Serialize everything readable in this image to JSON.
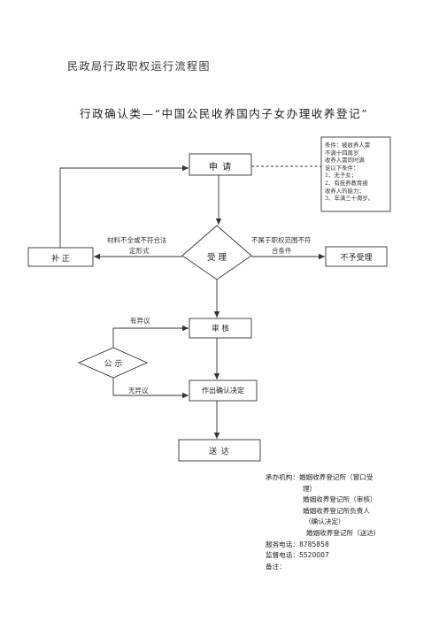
{
  "title": "民政局行政职权运行流程图",
  "subtitle": "行政确认类—“中国公民收养国内子女办理收养登记”",
  "conditions": {
    "lines": [
      "条件：被收养人需",
      "不满十四周岁",
      "收养人需同时满",
      "足以下条件：",
      "1、无子女；",
      "2、有抚养教育被",
      "收养人的能力；",
      "3、年满三十周岁。"
    ]
  },
  "nodes": {
    "apply": "申 请",
    "accept": "受 理",
    "supplement": "补 正",
    "reject": "不予受理",
    "review": "审 核",
    "publicize": "公 示",
    "decide": "作出确认决定",
    "deliver": "送 达"
  },
  "edge_labels": {
    "incomplete_1": "材料不全或不符合法",
    "incomplete_2": "定形式",
    "out_of_scope_1": "不属于职权范围不符",
    "out_of_scope_2": "合条件",
    "objection": "有异议",
    "no_objection": "无异议"
  },
  "footer": {
    "org_label": "承办机构：",
    "org_1a": "婚姻收养登记所（窗口受",
    "org_1b": "理）",
    "org_2": "婚姻收养登记所（审核）",
    "org_3a": "婚姻收养登记所负责人",
    "org_3b": "（确认决定）",
    "org_4": "婚姻收养登记所（送达）",
    "service_phone": "服务电话：8785858",
    "supervise_phone": "监督电话：5520007",
    "remark": "备注："
  }
}
